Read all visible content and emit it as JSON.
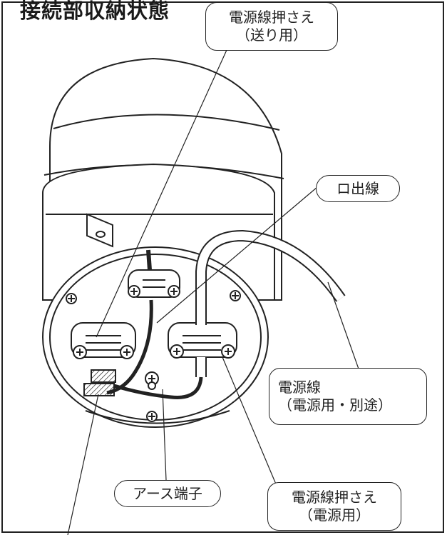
{
  "title": "接続部収納状態",
  "labels": {
    "power_press_feed": {
      "line1": "電源線押さえ",
      "line2": "（送り用）"
    },
    "outlet_wire": "ロ出線",
    "power_line": {
      "line1": "電源線",
      "line2": "（電源用・別途）"
    },
    "earth_terminal": "アース端子",
    "power_press_power": {
      "line1": "電源線押さえ",
      "line2": "（電源用）"
    }
  },
  "colors": {
    "line": "#222222",
    "background": "#ffffff"
  }
}
